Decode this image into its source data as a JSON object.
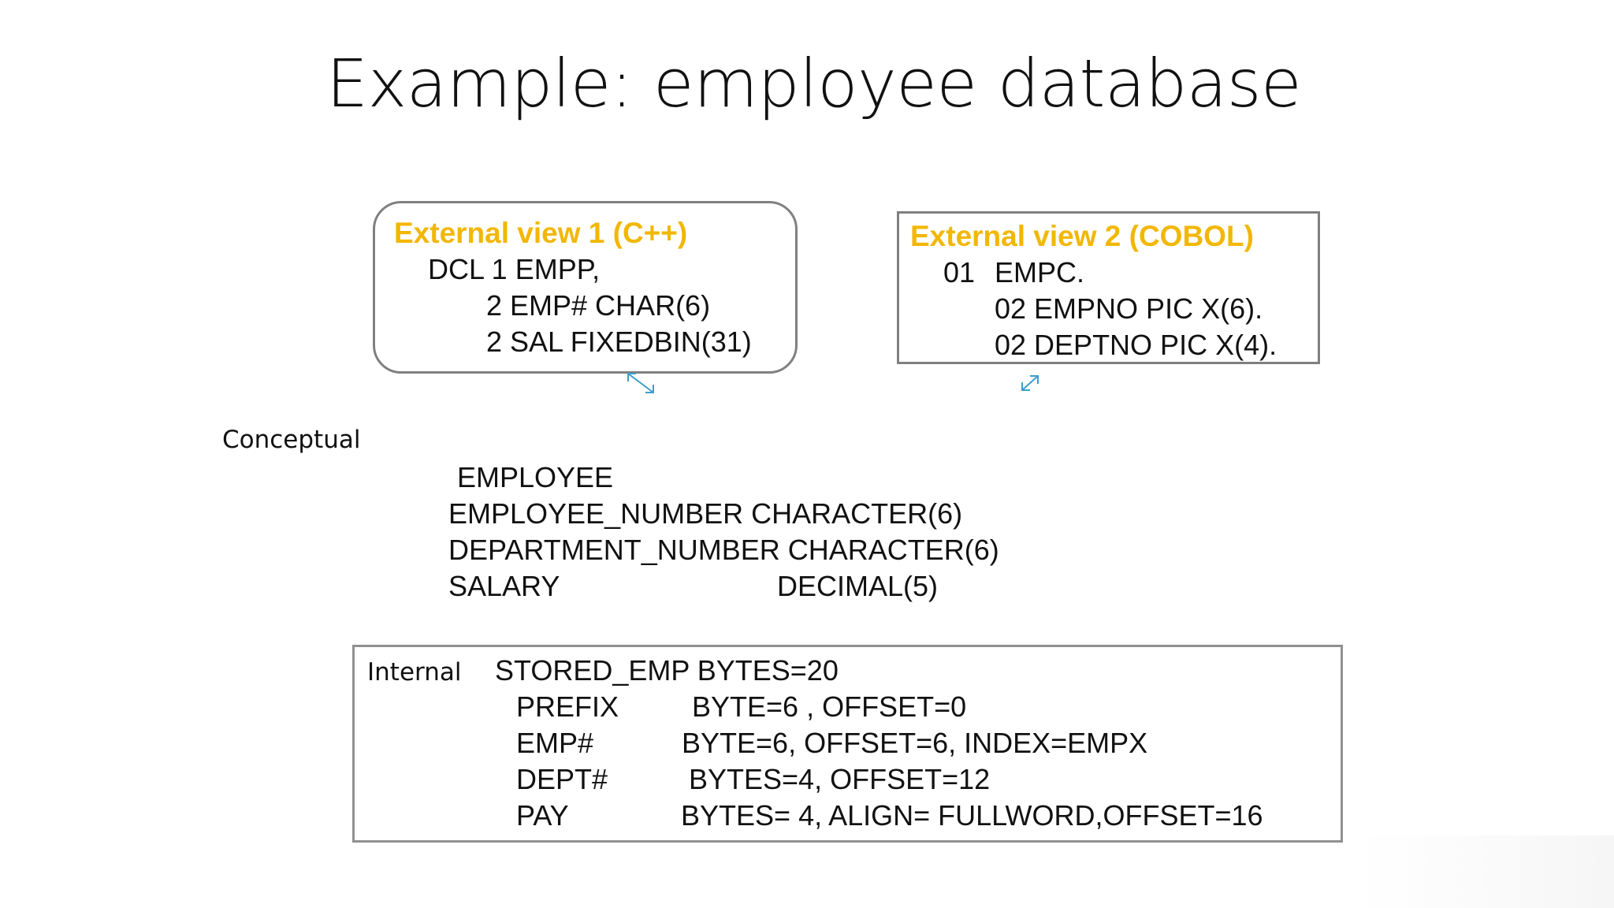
{
  "slide": {
    "title": "Example: employee database"
  },
  "external_view_1": {
    "title": "External view 1 (C++)",
    "lines": [
      "DCL 1 EMPP,",
      "2 EMP# CHAR(6)",
      "2 SAL FIXEDBIN(31)"
    ]
  },
  "external_view_2": {
    "title": "External view 2 (COBOL)",
    "level_01": "01",
    "record": "EMPC.",
    "fields": [
      "02 EMPNO PIC X(6).",
      "02 DEPTNO PIC X(4)."
    ]
  },
  "conceptual": {
    "label": "Conceptual",
    "entity": "EMPLOYEE",
    "rows": [
      {
        "text": "EMPLOYEE_NUMBER CHARACTER(6)"
      },
      {
        "text": "DEPARTMENT_NUMBER CHARACTER(6)"
      },
      {
        "name": "SALARY",
        "type": "DECIMAL(5)"
      }
    ]
  },
  "internal": {
    "label": "Internal",
    "record": "STORED_EMP  BYTES=20",
    "fields": [
      {
        "name": "PREFIX",
        "spec": "BYTE=6 , OFFSET=0"
      },
      {
        "name": "EMP#",
        "spec": "BYTE=6, OFFSET=6, INDEX=EMPX"
      },
      {
        "name": "DEPT#",
        "spec": "BYTES=4, OFFSET=12"
      },
      {
        "name": "PAY",
        "spec": "BYTES= 4, ALIGN= FULLWORD,OFFSET=16"
      }
    ]
  },
  "colors": {
    "view_title": "#f2b705",
    "mapping_arrow": "#3a9fc9",
    "box_border": "#808080"
  },
  "icons": [
    "double-arrow-icon",
    "double-arrow-icon"
  ]
}
